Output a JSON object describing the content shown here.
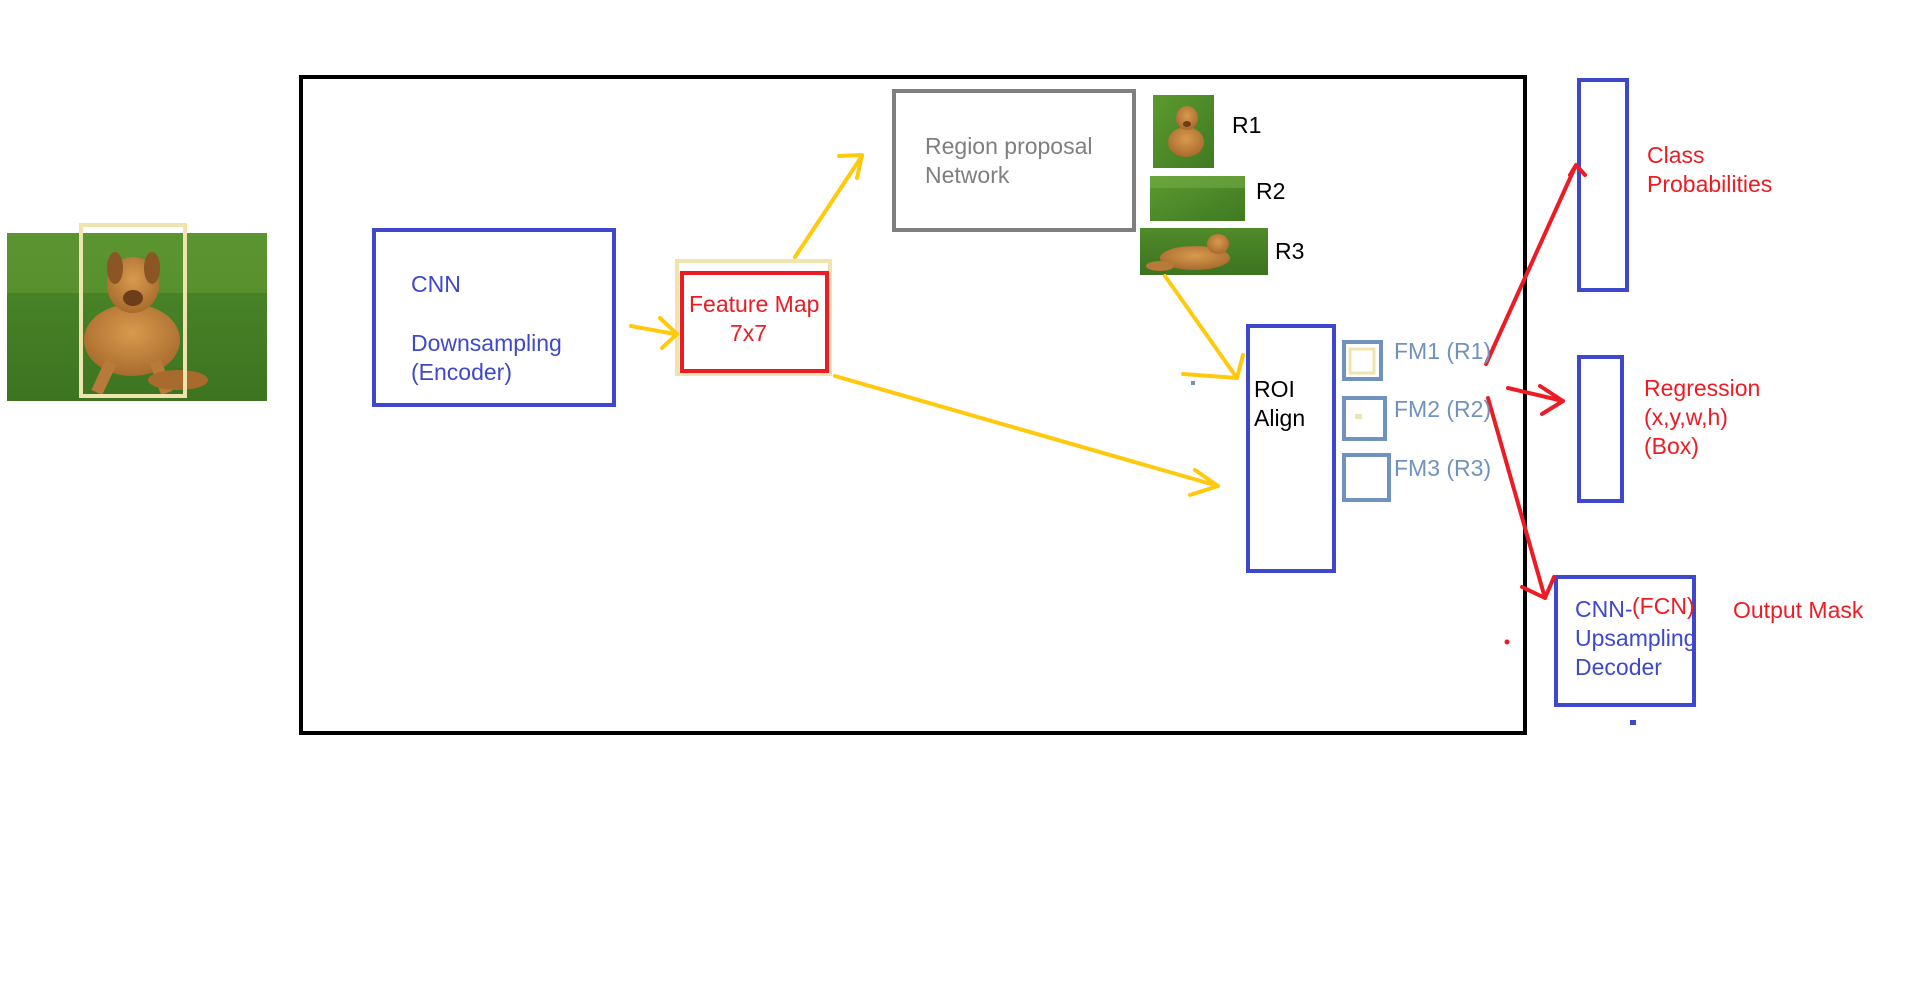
{
  "colors": {
    "blue": "#3f48cc",
    "red": "#ed1c24",
    "yellow": "#ffc90e",
    "beige": "#efe4b0",
    "grey": "#7f7f7f",
    "steel": "#7092be",
    "black": "#000000"
  },
  "input_image": {
    "icon": "dog-on-grass-photo"
  },
  "cnn": {
    "line1": "CNN",
    "line2": "Downsampling",
    "line3": "(Encoder)"
  },
  "feature_map": {
    "line1": "Feature Map",
    "line2": "7x7"
  },
  "rpn": {
    "line1": "Region proposal",
    "line2": "Network"
  },
  "regions": [
    {
      "label": "R1",
      "icon": "dog-photo-crop"
    },
    {
      "label": "R2",
      "icon": "grass-photo-crop"
    },
    {
      "label": "R3",
      "icon": "dog-lying-photo-crop"
    }
  ],
  "roi": {
    "line1": "ROI",
    "line2": "Align"
  },
  "feature_maps": [
    "FM1 (R1)",
    "FM2 (R2)",
    "FM3 (R3)"
  ],
  "class_head": {
    "line1": "Class",
    "line2": "Probabilities"
  },
  "regression_head": {
    "line1": "Regression",
    "line2": "(x,y,w,h)",
    "line3": "(Box)"
  },
  "mask_head": {
    "line1": "CNN-",
    "line2": "(FCN)",
    "line3": "Upsampling",
    "line4": "Decoder",
    "label": "Output Mask"
  }
}
